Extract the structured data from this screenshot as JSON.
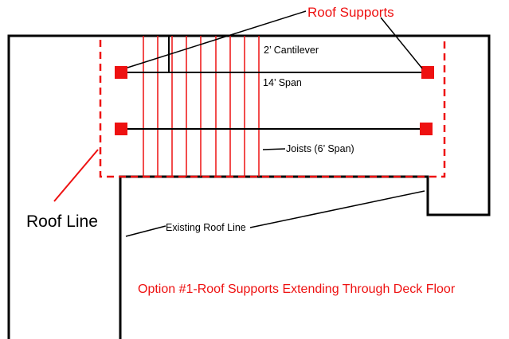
{
  "labels": {
    "roof_supports": "Roof Supports",
    "cantilever": "2’ Cantilever",
    "span_14": "14’ Span",
    "joists": "Joists (6’ Span)",
    "roof_line": "Roof Line",
    "existing_roof_line": "Existing Roof Line",
    "caption": "Option #1-Roof Supports Extending Through Deck Floor"
  },
  "colors": {
    "red": "#ee1111",
    "black": "#000000",
    "background": "#ffffff"
  }
}
